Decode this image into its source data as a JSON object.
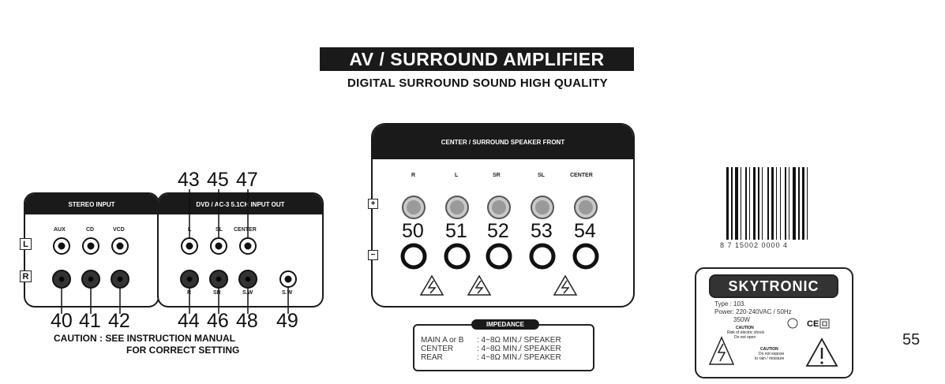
{
  "header": {
    "title": "AV / SURROUND AMPLIFIER",
    "subtitle": "DIGITAL SURROUND SOUND HIGH QUALITY"
  },
  "stereo_input": {
    "heading": "STEREO INPUT",
    "channels": [
      "AUX",
      "CD",
      "VCD"
    ],
    "side_left": "L",
    "side_right": "R",
    "callouts": [
      "40",
      "41",
      "42"
    ]
  },
  "input_out": {
    "heading": "DVD / AC-3  5.1CH INPUT OUT",
    "top_labels": [
      "L",
      "SL",
      "CENTER"
    ],
    "bottom_labels": [
      "R",
      "SR",
      "S.W",
      "S.W"
    ],
    "callouts_top": [
      "43",
      "45",
      "47"
    ],
    "callouts_bottom": [
      "44",
      "46",
      "48",
      "49"
    ]
  },
  "caution": {
    "line1": "CAUTION  :  SEE INSTRUCTION MANUAL",
    "line2": "FOR CORRECT SETTING"
  },
  "speaker_panel": {
    "heading": "CENTER / SURROUND SPEAKER FRONT",
    "channels": [
      "R",
      "L",
      "SR",
      "SL",
      "CENTER"
    ],
    "callouts": [
      "50",
      "51",
      "52",
      "53",
      "54"
    ],
    "plus": "+",
    "minus": "−"
  },
  "impedance": {
    "heading": "IMPEDANCE",
    "rows": [
      {
        "name": "MAIN A or B",
        "value": ": 4~8Ω MIN./ SPEAKER"
      },
      {
        "name": "CENTER",
        "value": ": 4~8Ω MIN./ SPEAKER"
      },
      {
        "name": "REAR",
        "value": ": 4~8Ω MIN./ SPEAKER"
      }
    ]
  },
  "rating_label": {
    "brand": "SKYTRONIC",
    "type_line": "Type :  103.",
    "power_line": "Power: 220-240VAC / 50Hz",
    "watt_line": "350W",
    "caution_title": "CAUTION",
    "caution_text_1": "Risk of electric shock",
    "caution_text_2": "Do not open",
    "caution_title_2": "CAUTION",
    "caution_text_3": "Do not expose",
    "caution_text_4": "to rain / moisture",
    "ce": "CE",
    "barcode_digits": "8  7  15002  0000  4"
  },
  "callout_55": "55",
  "colors": {
    "dark": "#1a1a1a",
    "jack_grey": "#9a9a9a"
  }
}
